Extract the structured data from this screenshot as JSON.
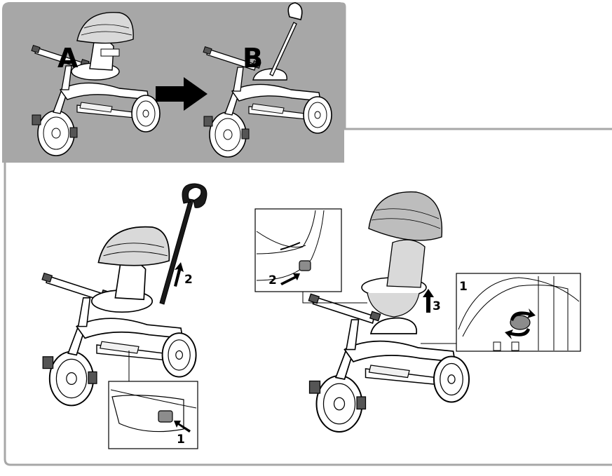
{
  "top_panel": {
    "label_a": "A",
    "label_b": "B",
    "background": "#a7a7a7"
  },
  "steps": {
    "left_figure": {
      "step_2": "2",
      "step_1": "1"
    },
    "right_figure": {
      "step_2": "2",
      "step_3": "3",
      "step_1": "1"
    }
  },
  "colors": {
    "line": "#000000",
    "frame_border": "#a7a7a7",
    "canopy_fill": "#d9d9d9",
    "handle_fill": "#1a1a1a",
    "button_fill": "#8c8c8c"
  }
}
